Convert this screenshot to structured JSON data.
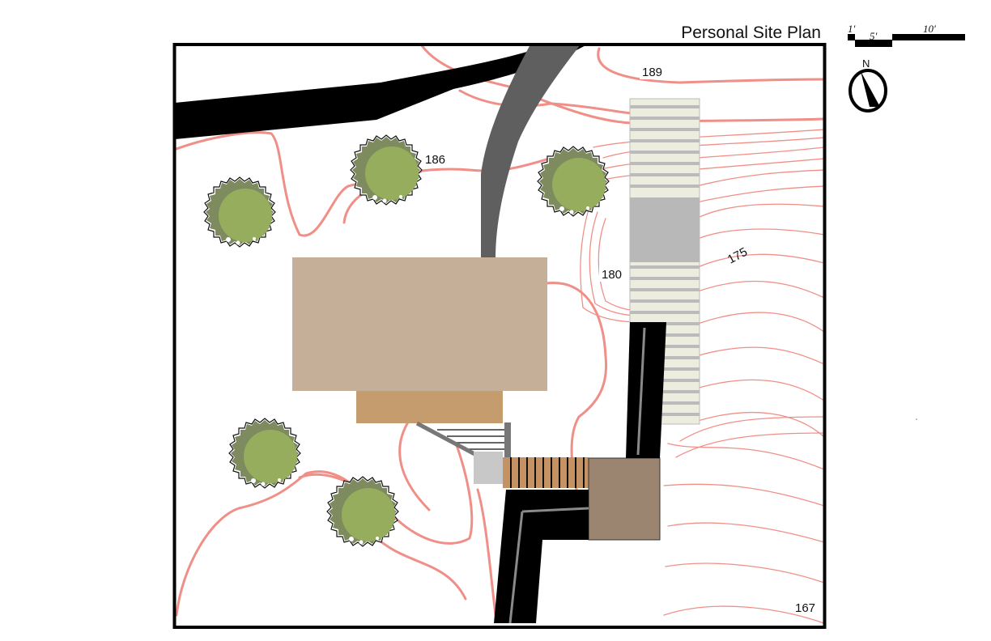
{
  "title": "Personal Site Plan",
  "contour_labels": {
    "c189": "189",
    "c186": "186",
    "c180": "180",
    "c175": "175",
    "c167": "167"
  },
  "scale_bar": {
    "label_1": "1′",
    "label_5": "5′",
    "label_10": "10′"
  },
  "north_arrow": {
    "label": "N"
  },
  "colors": {
    "contour": "#f08f87",
    "house": "#c6af98",
    "porch": "#c59c6e",
    "road": "#000000",
    "driveway": "#5f5f5f",
    "tree_light": "#96ad5d",
    "tree_dark": "#7d8b5e",
    "deck": "#c59263",
    "patio": "#9b8571",
    "ramp": "#b8b8b8"
  }
}
